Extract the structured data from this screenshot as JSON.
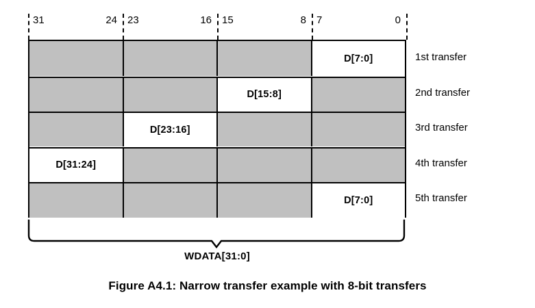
{
  "figure": {
    "caption": "Figure A4.1: Narrow transfer example with 8-bit transfers",
    "bus_label": "WDATA[31:0]",
    "colors": {
      "inactive_cell": "#c0c0c0",
      "active_cell": "#ffffff",
      "line": "#000000",
      "background": "#ffffff"
    }
  },
  "ruler": {
    "columns": [
      {
        "msb": "31",
        "lsb": "24"
      },
      {
        "msb": "23",
        "lsb": "16"
      },
      {
        "msb": "15",
        "lsb": "8"
      },
      {
        "msb": "7",
        "lsb": "0"
      }
    ]
  },
  "grid": {
    "rows": [
      {
        "label": "1st transfer",
        "cells": [
          {
            "text": "",
            "active": false
          },
          {
            "text": "",
            "active": false
          },
          {
            "text": "",
            "active": false
          },
          {
            "text": "D[7:0]",
            "active": true
          }
        ]
      },
      {
        "label": "2nd transfer",
        "cells": [
          {
            "text": "",
            "active": false
          },
          {
            "text": "",
            "active": false
          },
          {
            "text": "D[15:8]",
            "active": true
          },
          {
            "text": "",
            "active": false
          }
        ]
      },
      {
        "label": "3rd transfer",
        "cells": [
          {
            "text": "",
            "active": false
          },
          {
            "text": "D[23:16]",
            "active": true
          },
          {
            "text": "",
            "active": false
          },
          {
            "text": "",
            "active": false
          }
        ]
      },
      {
        "label": "4th transfer",
        "cells": [
          {
            "text": "D[31:24]",
            "active": true
          },
          {
            "text": "",
            "active": false
          },
          {
            "text": "",
            "active": false
          },
          {
            "text": "",
            "active": false
          }
        ]
      },
      {
        "label": "5th transfer",
        "cells": [
          {
            "text": "",
            "active": false
          },
          {
            "text": "",
            "active": false
          },
          {
            "text": "",
            "active": false
          },
          {
            "text": "D[7:0]",
            "active": true
          }
        ]
      }
    ]
  }
}
